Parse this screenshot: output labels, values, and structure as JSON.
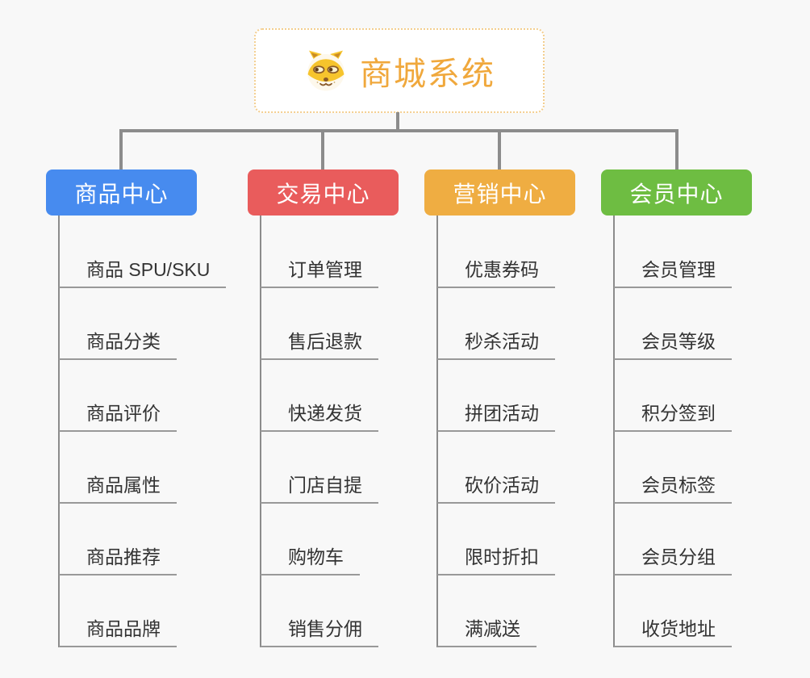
{
  "colors": {
    "canvas_bg": "#f8f8f8",
    "connector": "#8c8c8c",
    "underline": "#999999",
    "child_text": "#333333",
    "root_text": "#f0a83c",
    "root_border": "#f3ce8f"
  },
  "root": {
    "title": "商城系统",
    "icon": "dog-face-icon"
  },
  "branches": [
    {
      "label": "商品中心",
      "color": "#478bef",
      "children": [
        "商品 SPU/SKU",
        "商品分类",
        "商品评价",
        "商品属性",
        "商品推荐",
        "商品品牌"
      ]
    },
    {
      "label": "交易中心",
      "color": "#e95c5c",
      "children": [
        "订单管理",
        "售后退款",
        "快递发货",
        "门店自提",
        "购物车",
        "销售分佣"
      ]
    },
    {
      "label": "营销中心",
      "color": "#efad42",
      "children": [
        "优惠券码",
        "秒杀活动",
        "拼团活动",
        "砍价活动",
        "限时折扣",
        "满减送"
      ]
    },
    {
      "label": "会员中心",
      "color": "#6ebd42",
      "children": [
        "会员管理",
        "会员等级",
        "积分签到",
        "会员标签",
        "会员分组",
        "收货地址"
      ]
    }
  ]
}
